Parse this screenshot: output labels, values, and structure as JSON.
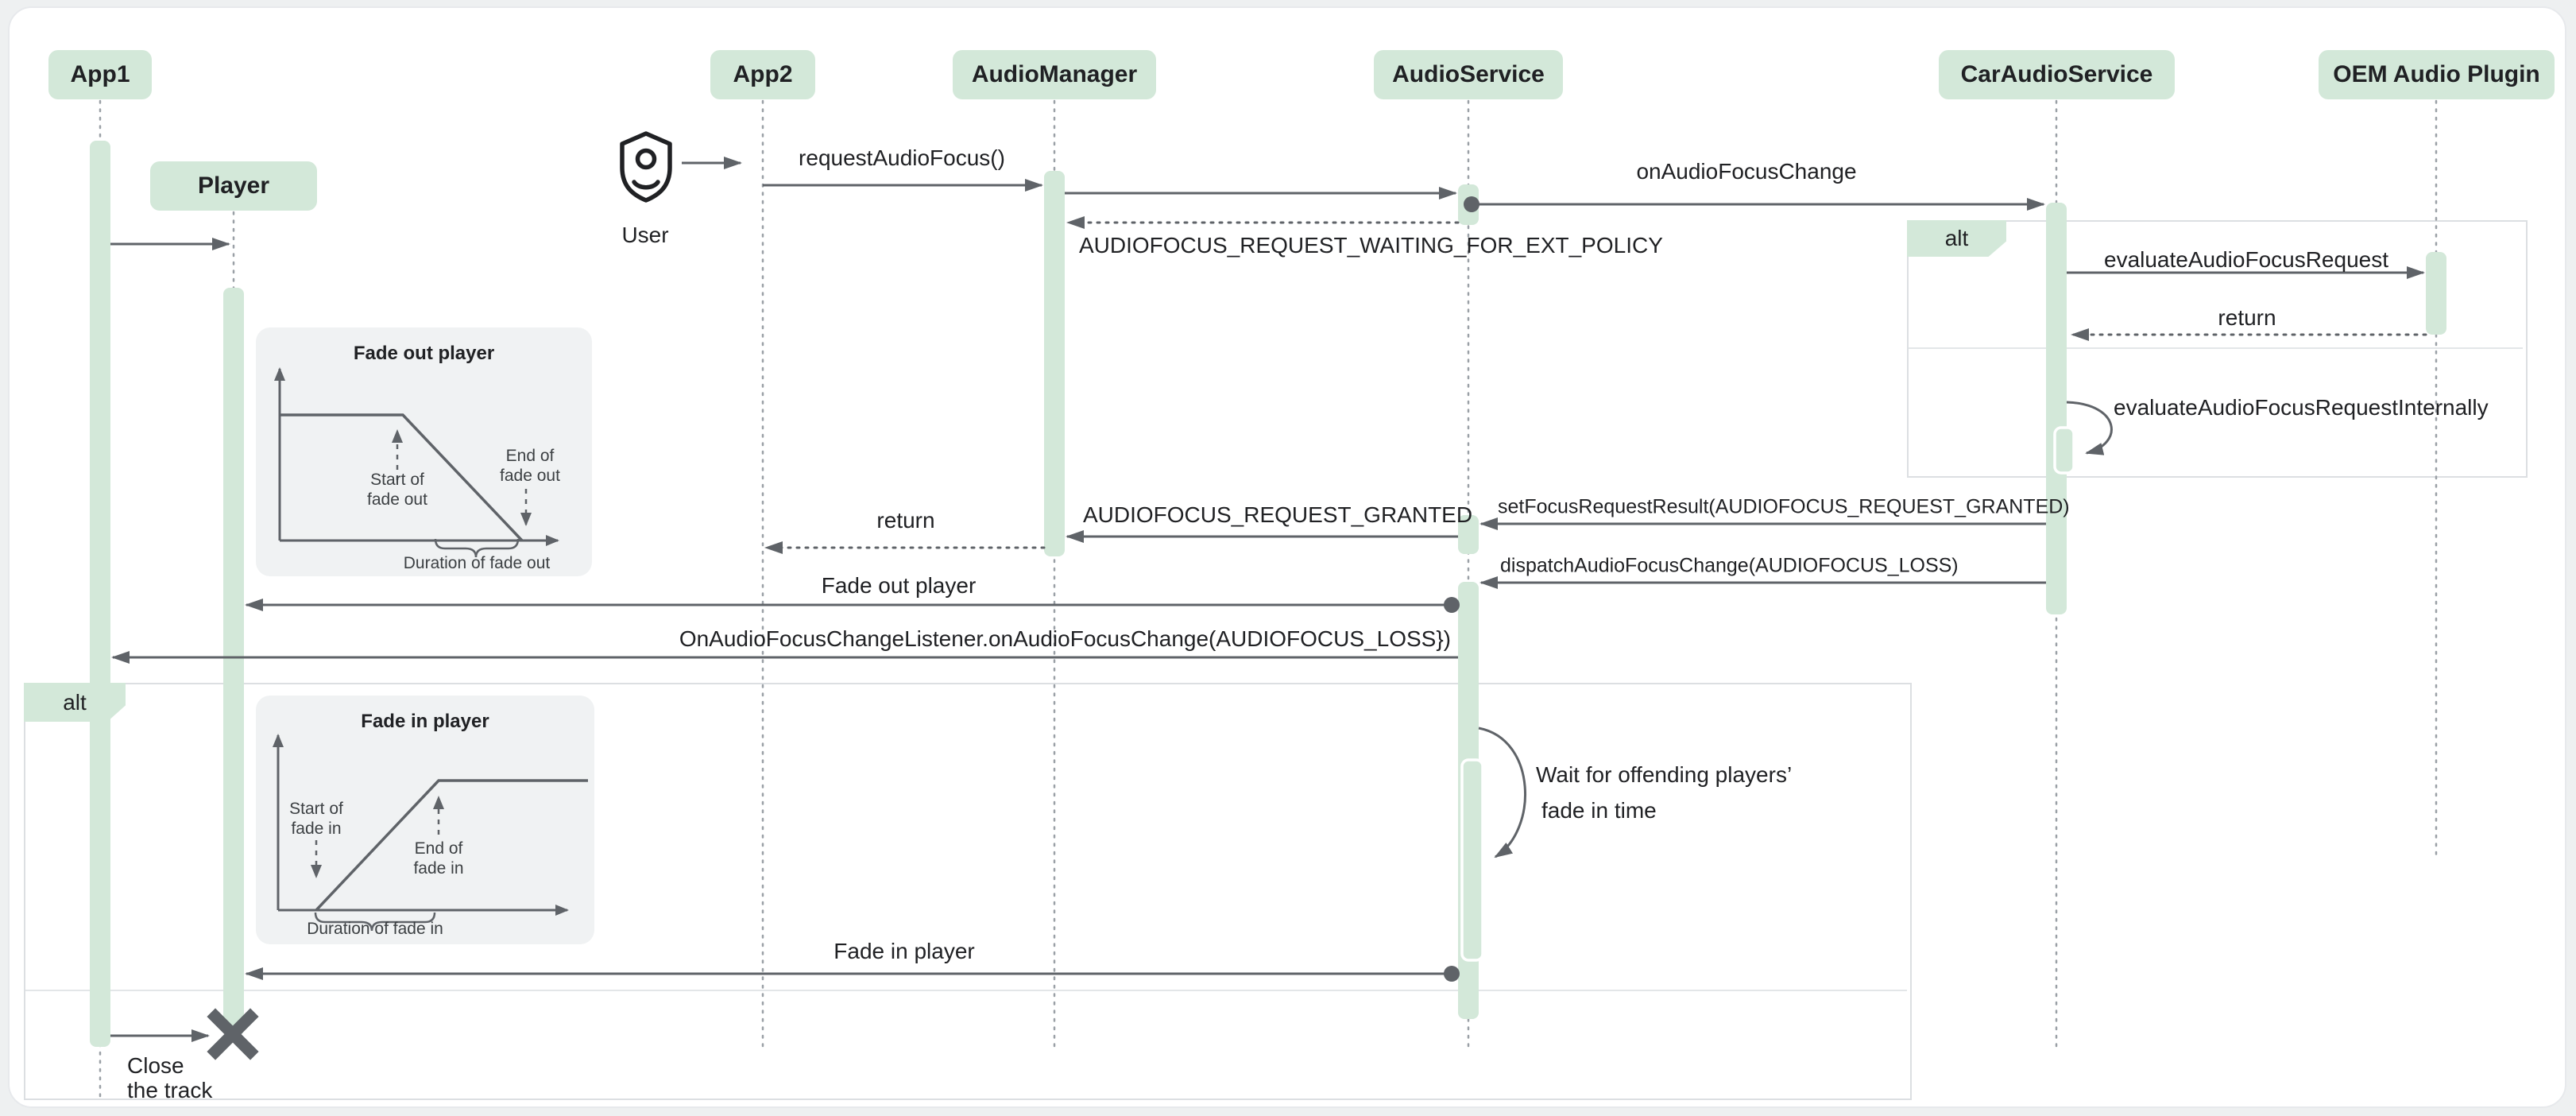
{
  "diagram": {
    "participants": [
      {
        "label": "App1"
      },
      {
        "label": "Player"
      },
      {
        "label": "App2"
      },
      {
        "label": "AudioManager"
      },
      {
        "label": "AudioService"
      },
      {
        "label": "CarAudioService"
      },
      {
        "label": "OEM Audio Plugin"
      }
    ],
    "actor": {
      "label": "User"
    },
    "frames": {
      "alt1_label": "alt",
      "alt2_label": "alt"
    },
    "messages": {
      "request_audio_focus": "requestAudioFocus()",
      "on_audio_focus_change": "onAudioFocusChange",
      "evaluate_audio_focus_request": "evaluateAudioFocusRequest",
      "return_oem": "return",
      "evaluate_internally": "evaluateAudioFocusRequestInternally",
      "waiting_policy": "AUDIOFOCUS_REQUEST_WAITING_FOR_EXT_POLICY",
      "set_focus_request_result": "setFocusRequestResult(AUDIOFOCUS_REQUEST_GRANTED)",
      "request_granted": "AUDIOFOCUS_REQUEST_GRANTED",
      "return_manager": "return",
      "dispatch_focus_change": "dispatchAudioFocusChange(AUDIOFOCUS_LOSS)",
      "fade_out_player": "Fade out player",
      "listener_focus_change": "OnAudioFocusChangeListener.onAudioFocusChange(AUDIOFOCUS_LOSS})",
      "fade_in_player": "Fade in player",
      "close_line1": "Close",
      "close_line2": "the track"
    },
    "notes": {
      "wait_line1": "Wait for offending players’",
      "wait_line2": "fade in time"
    },
    "insets": {
      "fade_out": {
        "title": "Fade out player",
        "start_l1": "Start of",
        "start_l2": "fade out",
        "end_l1": "End of",
        "end_l2": "fade out",
        "duration": "Duration of fade out"
      },
      "fade_in": {
        "title": "Fade in player",
        "start_l1": "Start of",
        "start_l2": "fade in",
        "end_l1": "End of",
        "end_l2": "fade in",
        "duration": "Duration of fade in"
      }
    },
    "colors": {
      "green": "#d3e8d9",
      "line": "#5f6368",
      "frame": "#e7e9ec",
      "text": "#202124"
    }
  }
}
